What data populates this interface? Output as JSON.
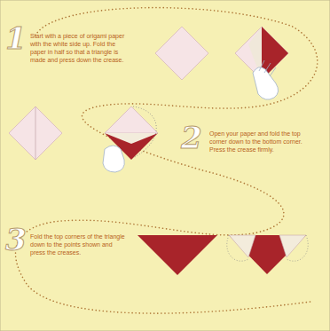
{
  "diagram": {
    "labels": [
      "1",
      "Start with a piece of origami paper with the white side up. Fold the paper in half so that a triangle is made and press down the crease.",
      "2",
      "Open your paper and fold the top corner down to the bottom corner. Press the crease firmly.",
      "3",
      "Fold the top corners of the triangle down to the points shown and press the creases."
    ]
  }
}
